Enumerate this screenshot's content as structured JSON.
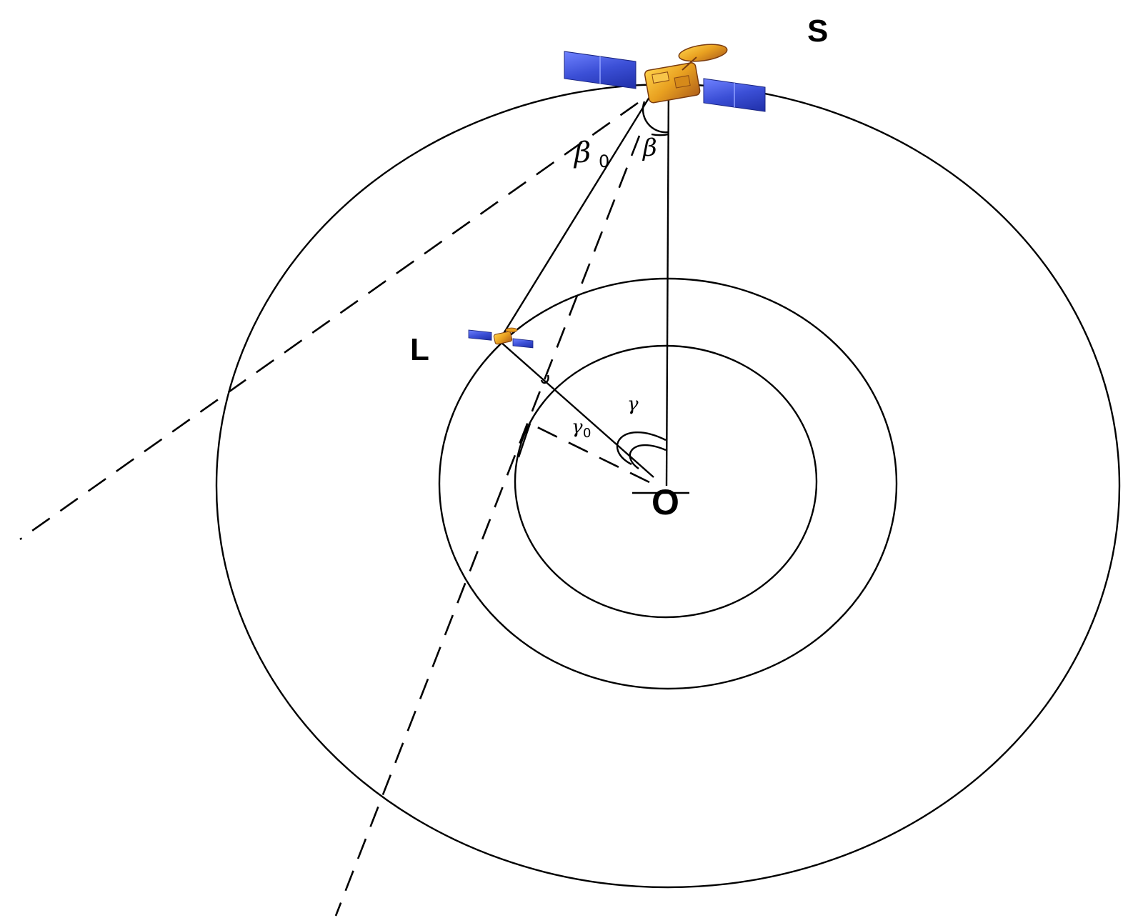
{
  "labels": {
    "satellite_s": "S",
    "satellite_l": "L",
    "center": "O",
    "beta0_symbol": "β",
    "beta0_subscript": "0",
    "beta": "β",
    "gamma": "γ",
    "gamma0_symbol": "γ",
    "gamma0_subscript": "0"
  },
  "colors": {
    "line": "#000000",
    "solar_panel": "#3b4fd6",
    "solar_panel_dark": "#1f2fa8",
    "satellite_body": "#e8a020",
    "satellite_body_dark": "#b0601a"
  },
  "icons": {
    "satellite_s": "satellite-icon",
    "satellite_l": "satellite-icon"
  }
}
